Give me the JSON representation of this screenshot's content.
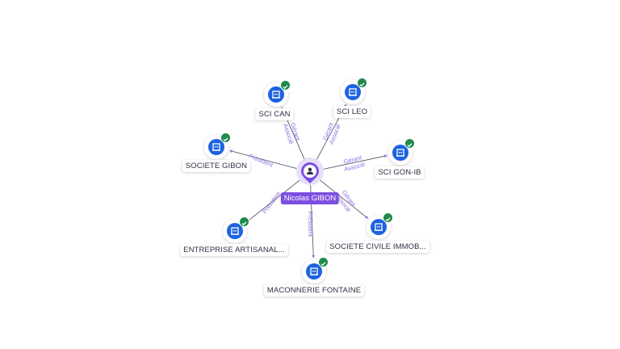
{
  "center": {
    "name": "Nicolas GIBON",
    "icon": "person-icon",
    "color": "#7b4fe0"
  },
  "companies": [
    {
      "id": "sci-can",
      "name": "SCI CAN",
      "roles": [
        "Gérant",
        "Associé"
      ]
    },
    {
      "id": "sci-leo",
      "name": "SCI LEO",
      "roles": [
        "Gérant",
        "Associé"
      ]
    },
    {
      "id": "sci-gon-ib",
      "name": "SCI GON-IB",
      "roles": [
        "Gérant",
        "Associé"
      ]
    },
    {
      "id": "societe-civile",
      "name": "SOCIETE CIVILE IMMOB...",
      "roles": [
        "Gérant",
        "Associé"
      ]
    },
    {
      "id": "maconnerie",
      "name": "MACONNERIE FONTAINE",
      "roles": [
        "Président"
      ]
    },
    {
      "id": "entreprise",
      "name": "ENTREPRISE ARTISANAL...",
      "roles": [
        "Président"
      ]
    },
    {
      "id": "societe-gibon",
      "name": "SOCIETE GIBON",
      "roles": [
        "Président"
      ]
    }
  ],
  "colors": {
    "company": "#1d63e0",
    "verified": "#1f8a4c",
    "edge": "#4a4a5a",
    "edge_label": "#8a6ee6"
  },
  "icons": {
    "company": "building-icon",
    "verified": "check-badge-icon"
  }
}
